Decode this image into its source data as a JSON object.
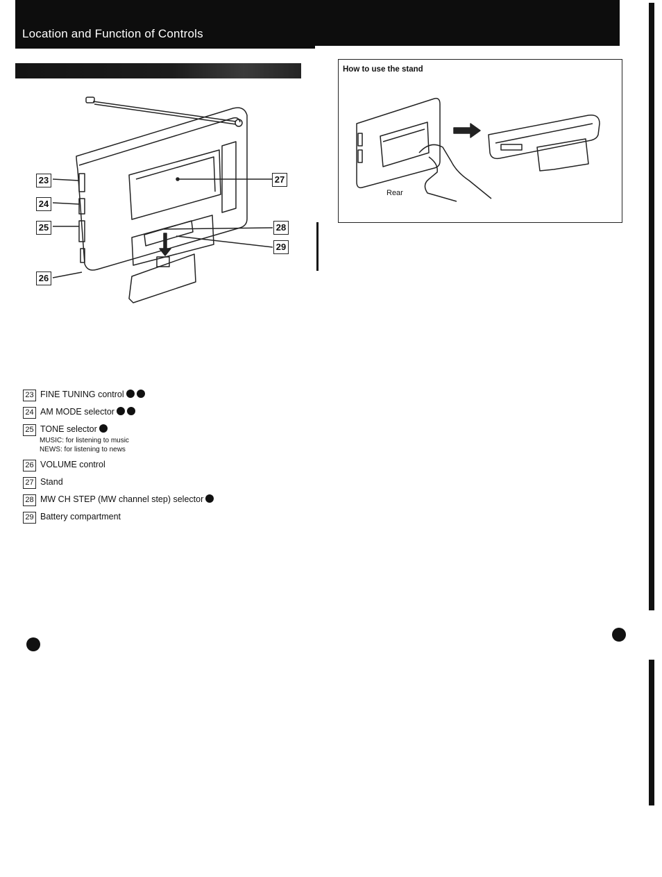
{
  "header": {
    "title": "Location and Function of Controls"
  },
  "figure_left": {
    "callouts": [
      "23",
      "24",
      "25",
      "26",
      "27",
      "28",
      "29"
    ]
  },
  "stand_box": {
    "title": "How to use the stand",
    "rear_label": "Rear"
  },
  "legend": {
    "items": [
      {
        "num": "23",
        "label": "FINE TUNING control",
        "dots": 2
      },
      {
        "num": "24",
        "label": "AM MODE selector",
        "dots": 2
      },
      {
        "num": "25",
        "label": "TONE selector",
        "dots": 1,
        "sub": [
          "MUSIC: for listening to music",
          "NEWS: for listening to news"
        ]
      },
      {
        "num": "26",
        "label": "VOLUME control",
        "dots": 0
      },
      {
        "num": "27",
        "label": "Stand",
        "dots": 0
      },
      {
        "num": "28",
        "label": "MW CH STEP (MW channel step) selector",
        "dots": 1
      },
      {
        "num": "29",
        "label": "Battery compartment",
        "dots": 0
      }
    ]
  }
}
